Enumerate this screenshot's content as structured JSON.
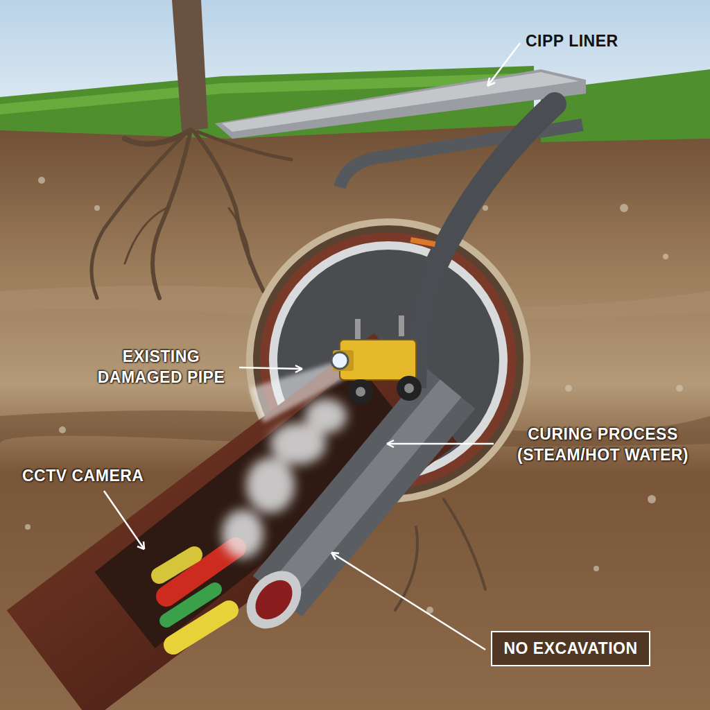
{
  "diagram": {
    "nodes": [
      {
        "text": [
          "NO EXCAVATION"
        ]
      }
    ],
    "labels": [
      "CIPP LINER",
      "EXISTING DAMAGED PIPE",
      "CURING PROCESS (STEAM/HOT WATER)",
      "CCTV CAMERA"
    ]
  }
}
